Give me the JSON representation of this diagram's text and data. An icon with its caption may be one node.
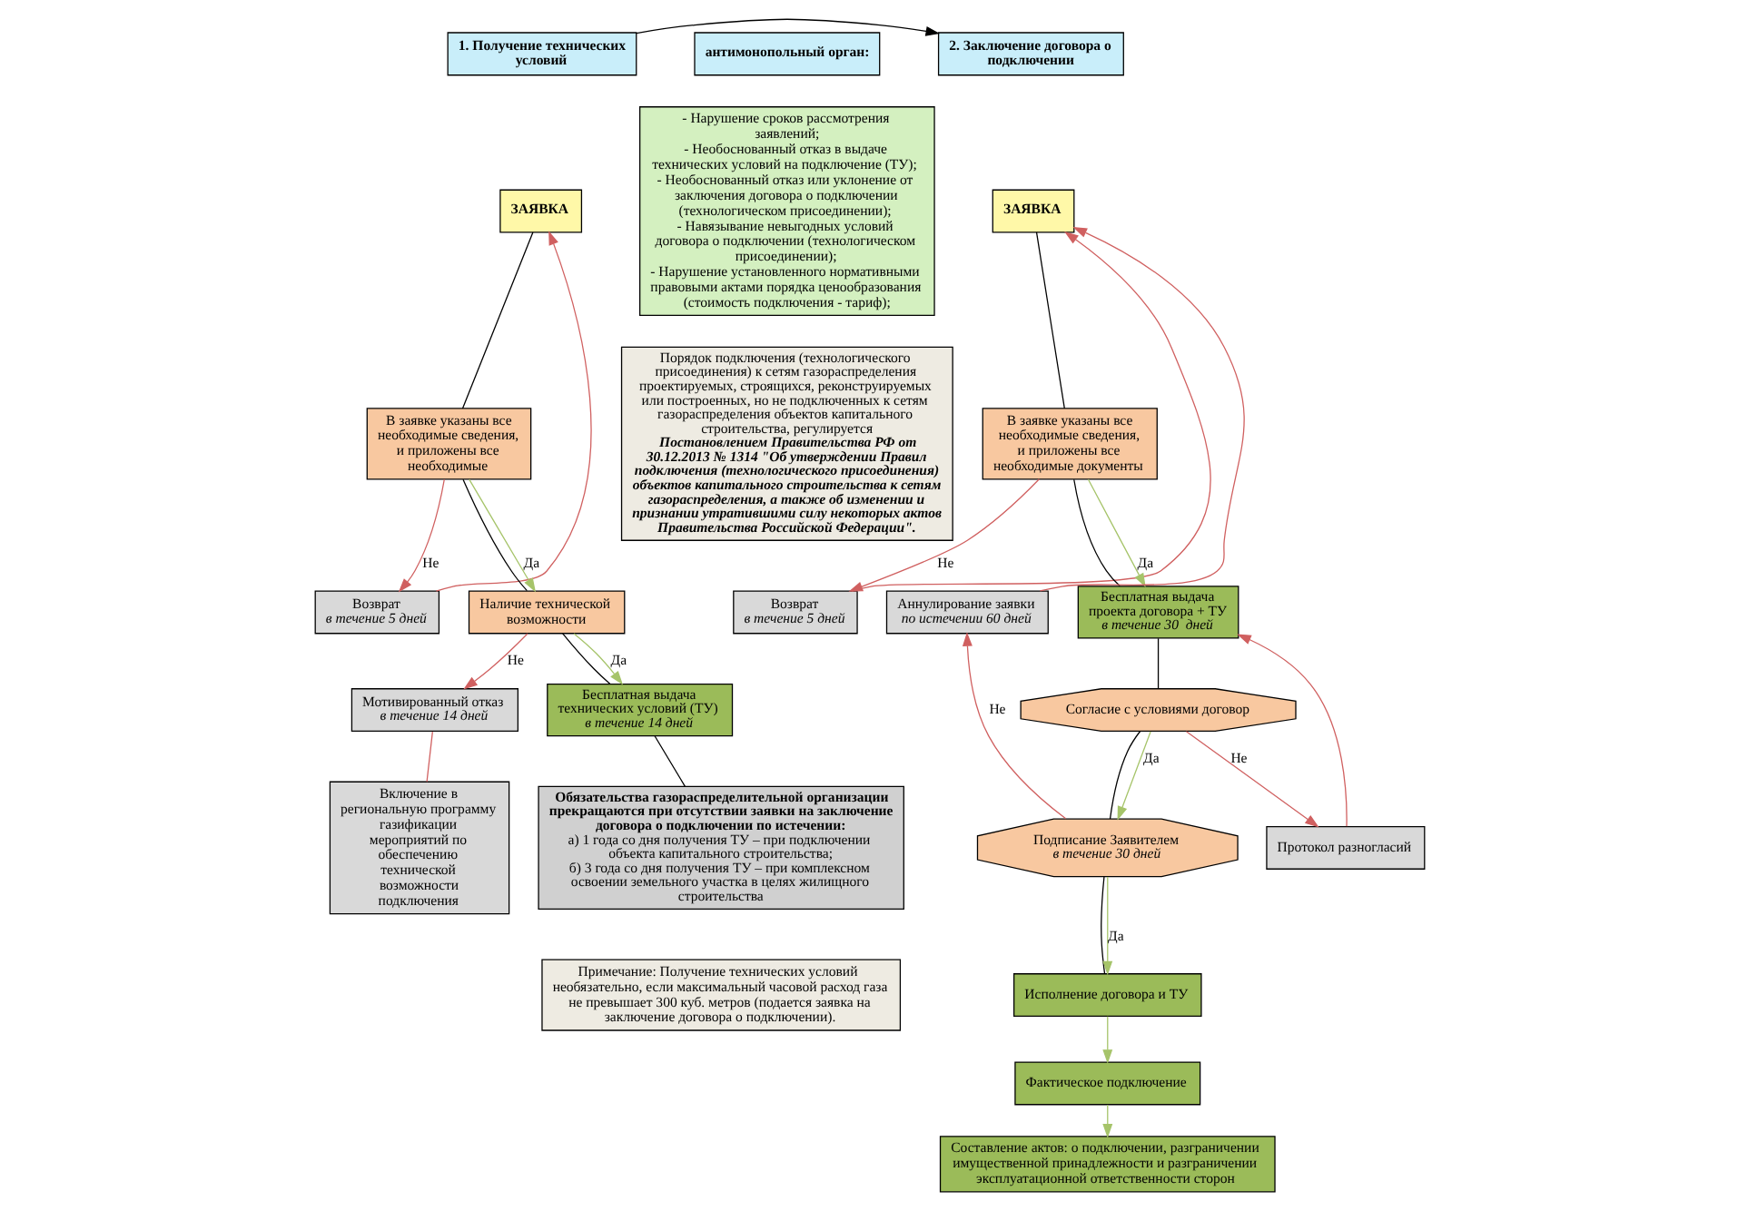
{
  "diagram": {
    "nodes": [
      {
        "text": [
          "1. Получение технических условий"
        ]
      },
      {
        "text": [
          "антимонопольный орган:"
        ]
      },
      {
        "text": [
          "2. Заключение договора о подключении"
        ]
      },
      {
        "text": [
          "ЗАЯВКА"
        ]
      },
      {
        "text": [
          "Возврат",
          "в течение 5 дней"
        ]
      },
      {
        "text": [
          "В заявке указаны все необходимые сведения, и приложены все необходимые"
        ]
      },
      {
        "text": [
          "Мотивированный отказ",
          "в течение 14 дней"
        ]
      },
      {
        "text": [
          "Наличие технической возможности"
        ]
      },
      {
        "text": [
          "Включение в региональную программу газификации мероприятий по обеспечению технической возможности подключения"
        ]
      },
      {
        "text": [
          "Бесплатная выдача технических условий (ТУ)",
          "в течение 14 дней"
        ]
      },
      {
        "text": [
          "Обязательства газораспределительной организации прекращаются при отсутствии заявки на заключение договора о подключении по истечении:",
          "а) 1 года со дня получения ТУ – при подключении объекта капитального строительства;",
          "б) 3 года со дня получения ТУ – при комплексном освоении земельного участка в целях жилищного строительства"
        ]
      },
      {
        "text": [
          "Примечание: Получение технических условий необязательно, если максимальный часовой расход газа не превышает 300 куб. метров (подается заявка на заключение договора о подключении)."
        ]
      },
      {
        "text": [
          "- Нарушение сроков рассмотрения заявлений;",
          "- Необоснованный отказ в выдаче технических условий на подключение (ТУ);",
          "- Необоснованный отказ или уклонение от заключения договора о подключении (технологическом присоединении);",
          "- Навязывание невыгодных условий договора о подключении (технологическом присоединении);",
          "- Нарушение установленного нормативными правовыми актами порядка ценообразования (стоимость подключения - тариф);"
        ]
      },
      {
        "text": [
          "Порядок подключения (технологического присоединения) к сетям газораспределения проектируемых, строящихся, реконструируемых или построенных, но не подключенных к сетям газораспределения объектов капитального строительства, регулируется",
          "Постановлением Правительства РФ от 30.12.2013 № 1314 \"Об утверждении Правил подключения (технологического присоединения) объектов капитального строительства к сетям газораспределения, а также об изменении и признании утратившими силу некоторых актов Правительства Российской Федерации\"."
        ]
      },
      {
        "text": [
          "ЗАЯВКА"
        ]
      },
      {
        "text": [
          "Возврат",
          "в течение 5 дней"
        ]
      },
      {
        "text": [
          "В заявке указаны все необходимые сведения, и приложены все необходимые документы"
        ]
      },
      {
        "text": [
          "Аннулирование заявки",
          "по истечении 60 дней"
        ]
      },
      {
        "text": [
          "Бесплатная выдача проекта договора + ТУ",
          "в течение 30  дней"
        ]
      },
      {
        "text": [
          "Протокол разногласий"
        ]
      },
      {
        "text": [
          "Согласие с условиями договор"
        ]
      },
      {
        "text": [
          "Подписание Заявителем",
          "в течение 30 дней"
        ]
      },
      {
        "text": [
          "Исполнение договора и ТУ"
        ]
      },
      {
        "text": [
          "Фактическое подключение"
        ]
      },
      {
        "text": [
          "Составление актов: о подключении, разграничении имущественной принадлежности и разграничении эксплуатационной ответственности сторон"
        ]
      }
    ],
    "edges": [
      {
        "from": 0,
        "to": 2,
        "arrow": "to",
        "color": "#000000"
      },
      {
        "from": 3,
        "to": 5,
        "arrow": "none",
        "color": "#000000"
      },
      {
        "from": 5,
        "to": 4,
        "arrow": "to",
        "label": "Не",
        "color": "#d06060"
      },
      {
        "from": 4,
        "to": 3,
        "arrow": "to",
        "color": "#d06060"
      },
      {
        "from": 5,
        "to": 7,
        "arrow": "none",
        "color": "#000000"
      },
      {
        "from": 5,
        "to": 7,
        "arrow": "to",
        "label": "Да",
        "color": "#a6c46a"
      },
      {
        "from": 7,
        "to": 6,
        "arrow": "to",
        "label": "Не",
        "color": "#d06060"
      },
      {
        "from": 6,
        "to": 8,
        "arrow": "none",
        "color": "#d06060"
      },
      {
        "from": 7,
        "to": 9,
        "arrow": "none",
        "color": "#000000"
      },
      {
        "from": 7,
        "to": 9,
        "arrow": "to",
        "label": "Да",
        "color": "#a6c46a"
      },
      {
        "from": 9,
        "to": 10,
        "arrow": "none",
        "color": "#000000"
      },
      {
        "from": 14,
        "to": 16,
        "arrow": "none",
        "color": "#000000"
      },
      {
        "from": 16,
        "to": 15,
        "arrow": "to",
        "label": "Не",
        "color": "#d06060"
      },
      {
        "from": 15,
        "to": 14,
        "arrow": "to",
        "color": "#d06060"
      },
      {
        "from": 16,
        "to": 18,
        "arrow": "none",
        "color": "#000000"
      },
      {
        "from": 16,
        "to": 18,
        "arrow": "to",
        "label": "Да",
        "color": "#a6c46a"
      },
      {
        "from": 18,
        "to": 20,
        "arrow": "none",
        "color": "#000000"
      },
      {
        "from": 20,
        "to": 19,
        "arrow": "to",
        "label": "Не",
        "color": "#d06060"
      },
      {
        "from": 19,
        "to": 18,
        "arrow": "to",
        "color": "#d06060"
      },
      {
        "from": 20,
        "to": 21,
        "arrow": "none",
        "color": "#000000"
      },
      {
        "from": 20,
        "to": 21,
        "arrow": "to",
        "label": "Да",
        "color": "#a6c46a"
      },
      {
        "from": 21,
        "to": 17,
        "arrow": "to",
        "label": "Не",
        "color": "#d06060"
      },
      {
        "from": 17,
        "to": 14,
        "arrow": "to",
        "color": "#d06060"
      },
      {
        "from": 21,
        "to": 22,
        "arrow": "none",
        "color": "#000000"
      },
      {
        "from": 21,
        "to": 22,
        "arrow": "to",
        "label": "Да",
        "color": "#a6c46a"
      },
      {
        "from": 22,
        "to": 23,
        "arrow": "to",
        "color": "#a6c46a"
      },
      {
        "from": 23,
        "to": 24,
        "arrow": "to",
        "color": "#a6c46a"
      }
    ]
  }
}
